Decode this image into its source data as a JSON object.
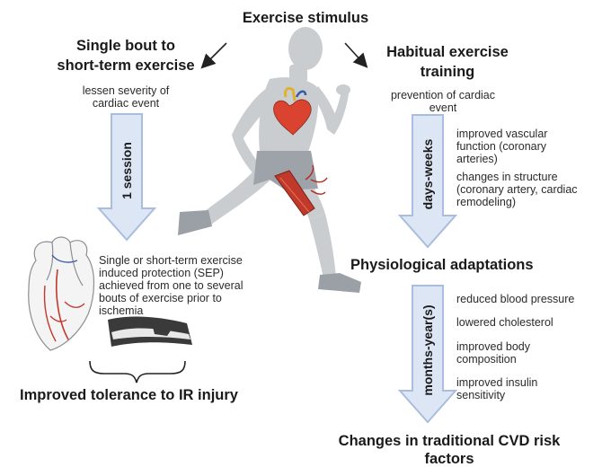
{
  "title": "Exercise stimulus",
  "left": {
    "heading_line1": "Single bout to",
    "heading_line2": "short-term exercise",
    "subtitle_line1": "lessen severity of",
    "subtitle_line2": "cardiac event",
    "arrow_label": "1 session",
    "sep_line1": "Single or short-term exercise",
    "sep_line2": "induced protection (SEP)",
    "sep_line3": "achieved from one  to several",
    "sep_line4": "bouts of exercise prior to",
    "sep_line5": "ischemia",
    "outcome": "Improved tolerance to IR injury"
  },
  "right": {
    "heading_line1": "Habitual exercise",
    "heading_line2": "training",
    "subtitle_line1": "prevention of cardiac",
    "subtitle_line2": "event",
    "arrow1_label": "days-weeks",
    "benefits1": [
      {
        "line1": "improved vascular",
        "line2": "function (coronary",
        "line3": "arteries)"
      },
      {
        "line1": "changes in structure",
        "line2": "(coronary artery, cardiac",
        "line3": "remodeling)"
      }
    ],
    "adaptations": "Physiological adaptations",
    "arrow2_label": "months-year(s)",
    "benefits2": [
      {
        "line1": "reduced blood pressure"
      },
      {
        "line1": "lowered cholesterol"
      },
      {
        "line1": "improved body",
        "line2": "composition"
      },
      {
        "line1": "improved insulin",
        "line2": "sensitivity"
      }
    ],
    "outcome_line1": "Changes in traditional CVD risk",
    "outcome_line2": "factors"
  },
  "colors": {
    "arrow_fill": "#dde6f4",
    "arrow_stroke": "#a9bddf",
    "runner": "#c9cdd0",
    "muscle": "#c0392b",
    "heart": "#d9432f"
  }
}
